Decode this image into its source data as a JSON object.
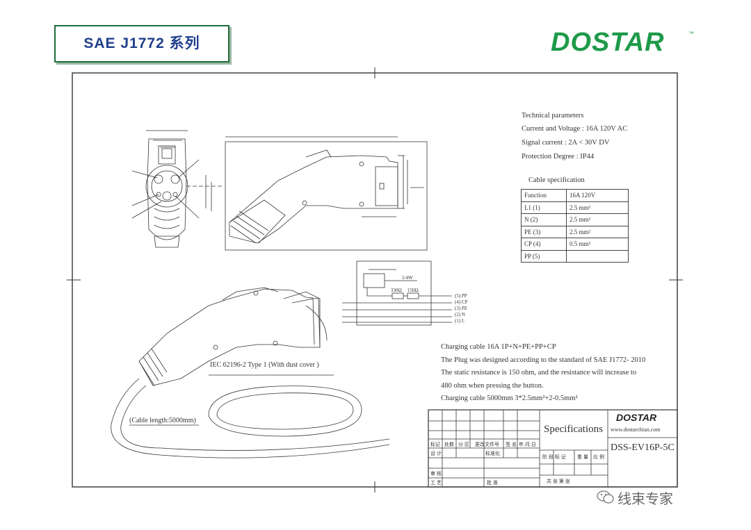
{
  "header": {
    "title": "SAE   J1772 系列",
    "brand": "DOSTAR",
    "tm": "™"
  },
  "tech": {
    "heading": "Technical parameters",
    "lines": [
      "Current and Voltage : 16A 120V AC",
      "Signal current : 2A  < 30V DV",
      "Protection Degree : IP44"
    ]
  },
  "cable_spec": {
    "heading": "Cable specification",
    "header": [
      "Function",
      "16A 120V"
    ],
    "rows": [
      [
        "L1 (1)",
        "2.5  mm²"
      ],
      [
        "N  (2)",
        "2.5  mm²"
      ],
      [
        "PE (3)",
        "2.5  mm²"
      ],
      [
        "CP (4)",
        "0.5  mm²"
      ],
      [
        "PP (5)",
        ""
      ]
    ]
  },
  "circuit": {
    "resistors": [
      "330Ω",
      "150Ω"
    ],
    "switch_label": "1/4W",
    "pins": [
      "(5) PP",
      "(4) CP",
      "(3) PE",
      "(2) N",
      "(1) L"
    ]
  },
  "labels": {
    "standard": "IEC 62196-2 Type 1     (With dust cover )",
    "cable_length": "(Cable length:5000mm)"
  },
  "notes": [
    "Charging cable  16A 1P+N+PE+PP+CP",
    "The Plug was designed according to the standard of SAE J1772- 2010",
    "The static resistance is 150 ohm, and the resistance will increase to",
    "480 ohm when pressing the button.",
    "Charging cable  5000mm  3*2.5mm²+2-0.5mm²"
  ],
  "title_block": {
    "spec": "Specifications",
    "brand": "DOSTAR",
    "website": "www.dostarchian.com",
    "part_no": "DSS-EV16P-5C",
    "row_labels": [
      "标记",
      "处数",
      "分 区",
      "更改文件号",
      "签 名",
      "年.月.日"
    ],
    "design": "设 计",
    "standardize": "标准化",
    "stage": "阶 段 标 记",
    "weight": "重 量",
    "scale": "比 例",
    "check": "审 核",
    "process": "工 艺",
    "approve": "批 准",
    "sheets": "共    张    第    张"
  },
  "watermark": "线束专家"
}
